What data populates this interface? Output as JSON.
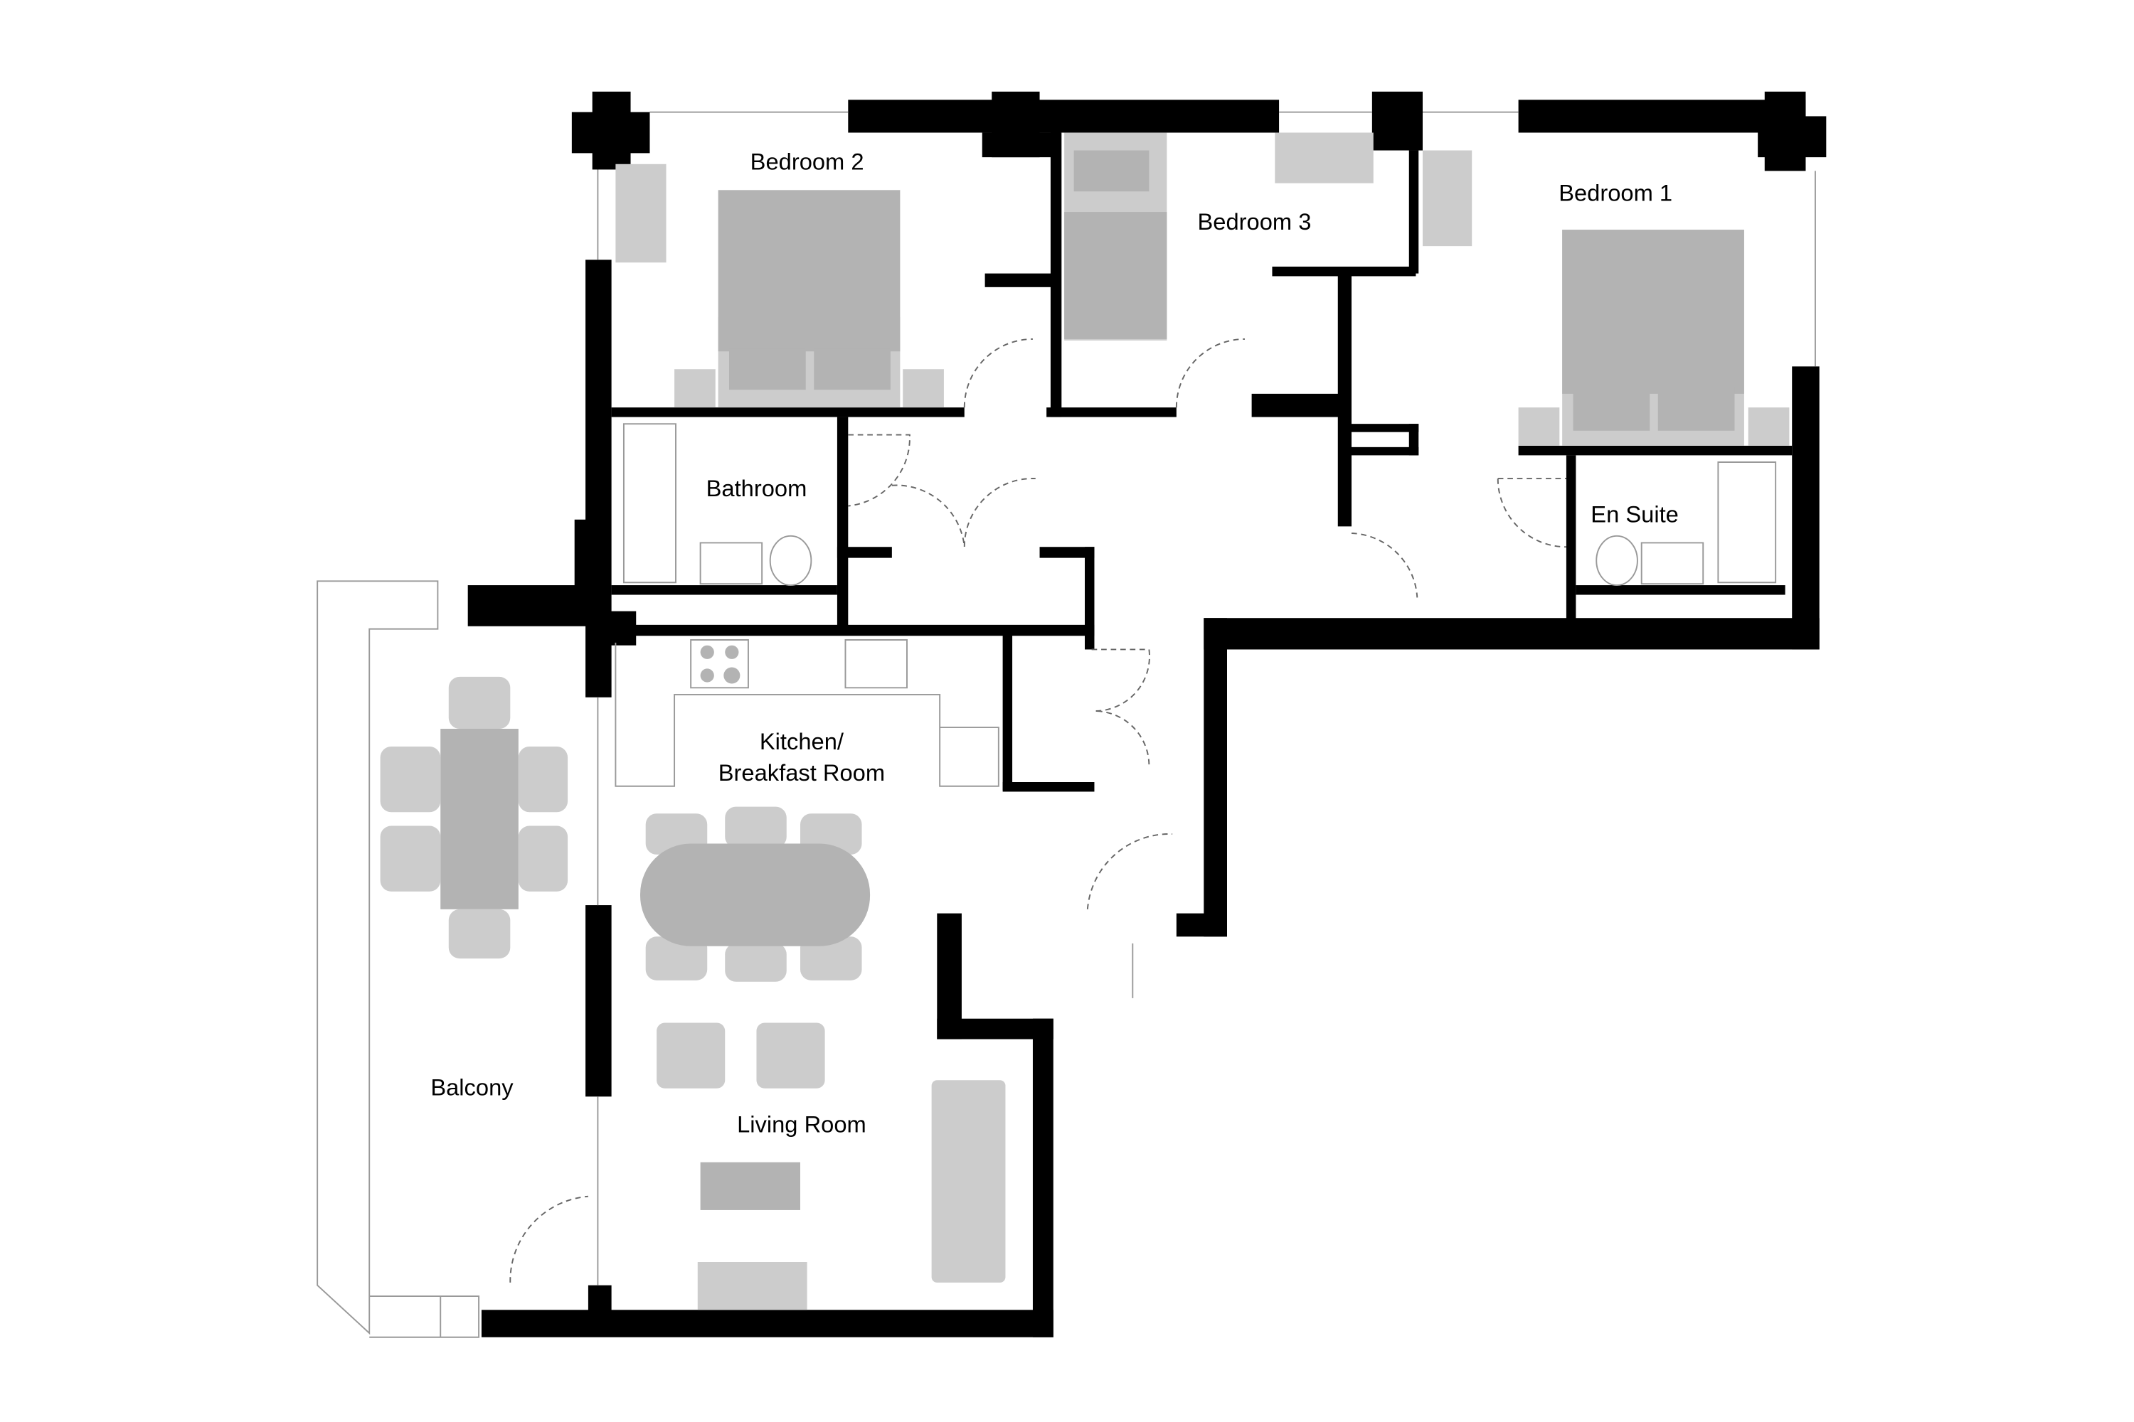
{
  "rooms": {
    "bedroom2": "Bedroom 2",
    "bedroom3": "Bedroom 3",
    "bedroom1": "Bedroom 1",
    "bathroom": "Bathroom",
    "ensuite": "En Suite",
    "kitchen_line1": "Kitchen/",
    "kitchen_line2": "Breakfast Room",
    "balcony": "Balcony",
    "living": "Living Room"
  },
  "colors": {
    "wall": "#000000",
    "furniture_dark": "#b3b3b3",
    "furniture_light": "#cccccc"
  }
}
